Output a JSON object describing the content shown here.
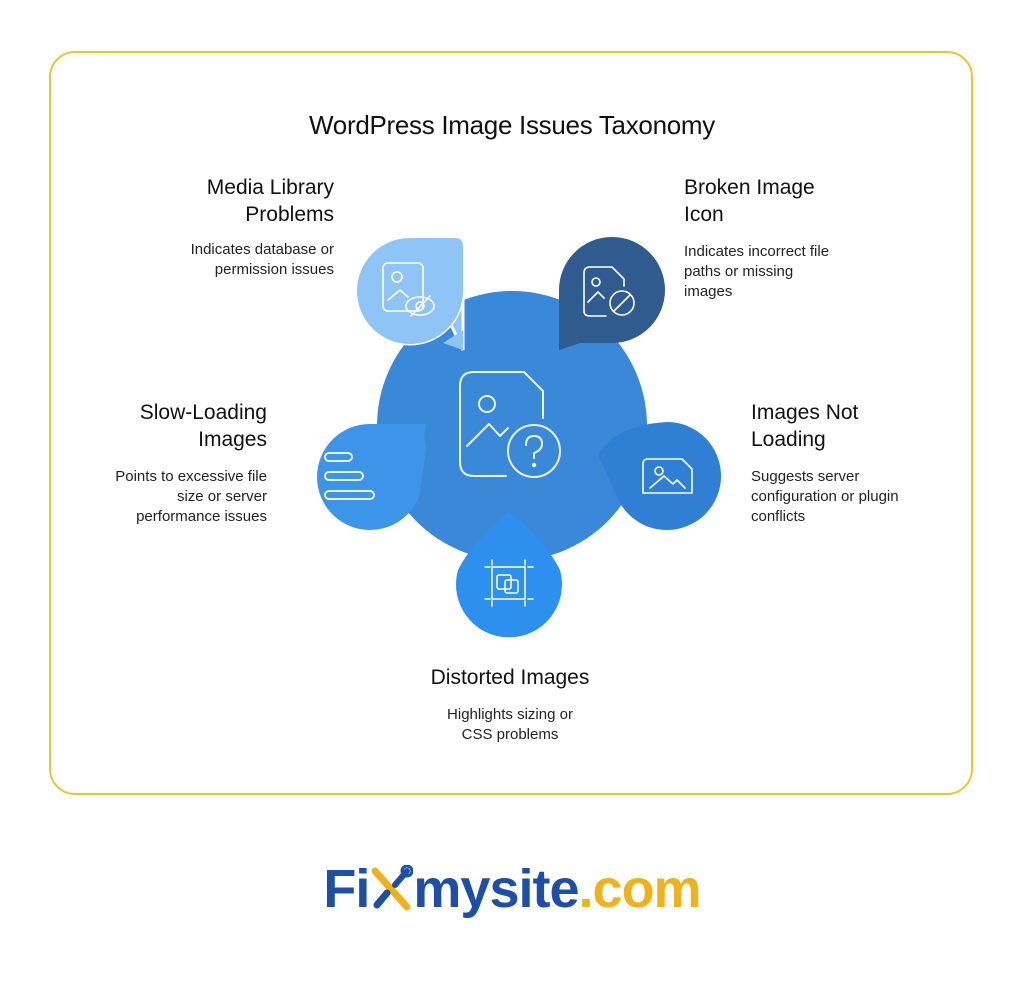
{
  "title": "WordPress Image Issues Taxonomy",
  "colors": {
    "frame_border": "#f2c230",
    "center": "#3a88d8",
    "media_library": "#8ec5f6",
    "broken_image": "#2f5b8e",
    "slow_loading": "#3d95ea",
    "images_not_loading": "#2f7fd4",
    "distorted": "#2d90ef",
    "logo_blue": "#1d4fa8",
    "logo_yellow": "#f0b21b"
  },
  "center_icon": "image-question-icon",
  "issues": [
    {
      "key": "media_library",
      "heading": [
        "Media Library",
        "Problems"
      ],
      "desc": [
        "Indicates database or",
        "permission issues"
      ],
      "icon": "image-eye-off-icon"
    },
    {
      "key": "broken_image",
      "heading": [
        "Broken Image",
        "Icon"
      ],
      "desc": [
        "Indicates incorrect file",
        "paths or missing",
        "images"
      ],
      "icon": "image-file-blocked-icon"
    },
    {
      "key": "slow_loading",
      "heading": [
        "Slow-Loading",
        "Images"
      ],
      "desc": [
        "Points to excessive file",
        "size or server",
        "performance issues"
      ],
      "icon": "loading-bars-icon"
    },
    {
      "key": "images_not_loading",
      "heading": [
        "Images Not",
        "Loading"
      ],
      "desc": [
        "Suggests server",
        "configuration or plugin",
        "conflicts"
      ],
      "icon": "image-placeholder-icon"
    },
    {
      "key": "distorted",
      "heading": [
        "Distorted Images"
      ],
      "desc": [
        "Highlights sizing or",
        "CSS problems"
      ],
      "icon": "crop-resize-icon"
    }
  ],
  "logo": {
    "part1": "Fi",
    "part2": "mysite",
    "part3": ".com",
    "icon": "wrench-screwdriver-icon"
  }
}
